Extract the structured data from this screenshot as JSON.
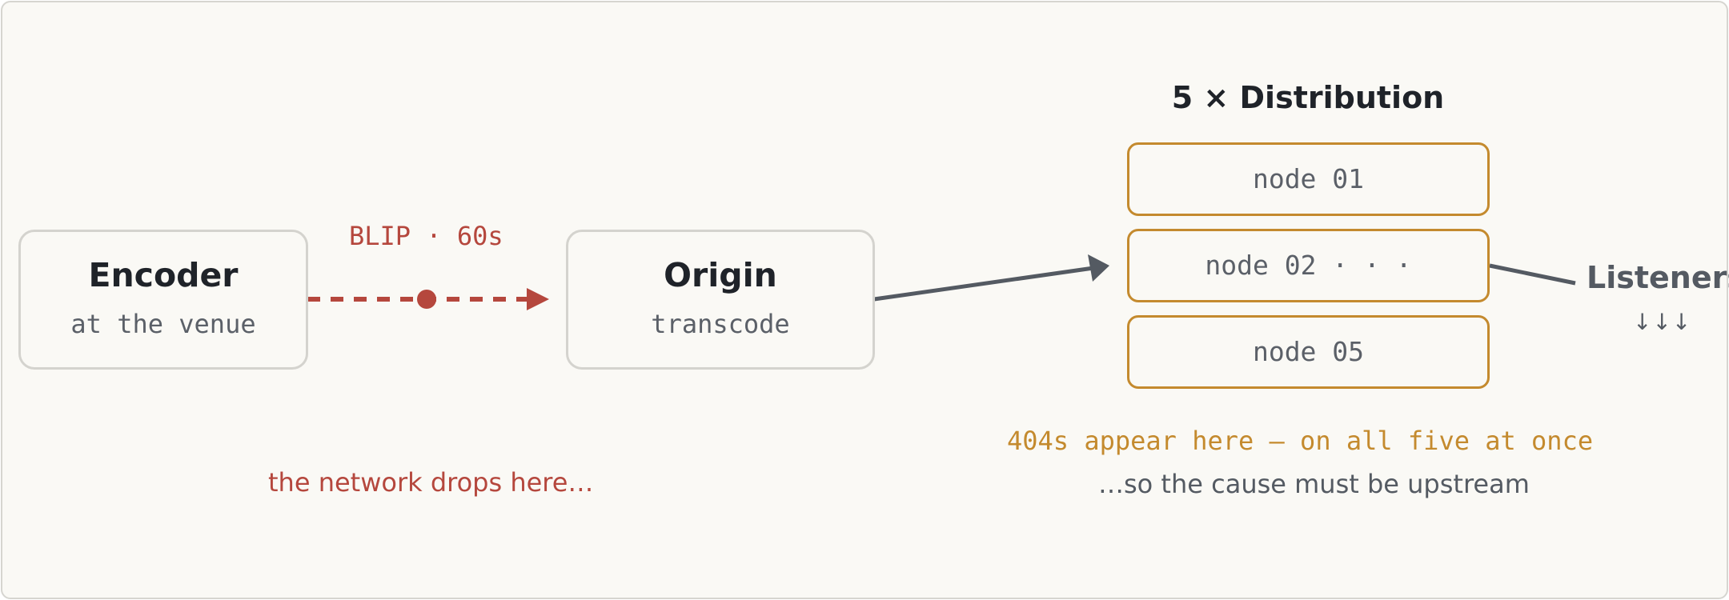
{
  "encoder": {
    "title": "Encoder",
    "subtitle": "at the venue"
  },
  "blip": {
    "label": "BLIP · 60s",
    "note": "the network drops here…"
  },
  "origin": {
    "title": "Origin",
    "subtitle": "transcode"
  },
  "distribution": {
    "heading": "5 × Distribution",
    "nodes": [
      "node 01",
      "node 02 · · ·",
      "node 05"
    ]
  },
  "listeners": {
    "label": "Listeners",
    "arrows": "↓↓↓"
  },
  "annotations": {
    "errors": "404s appear here — on all five at once",
    "conclusion": "…so the cause must be upstream"
  },
  "colors": {
    "background": "#faf9f5",
    "box_border": "#d4d3ce",
    "blip_red": "#b5473d",
    "distribution_amber": "#c48a2e",
    "connector_gray": "#545a62",
    "text_dark": "#1f2329",
    "text_mono": "#5b6068"
  }
}
